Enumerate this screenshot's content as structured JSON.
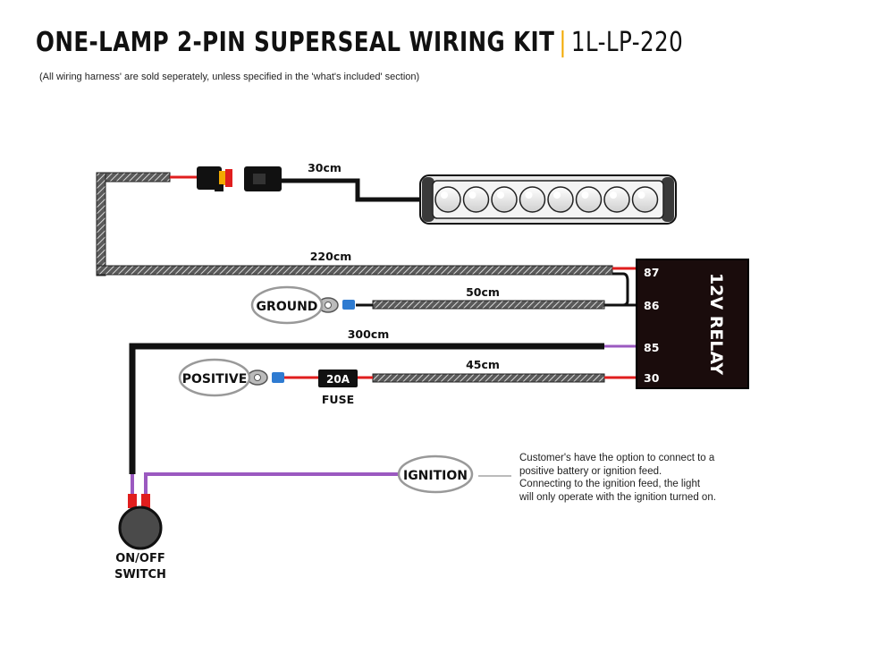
{
  "header": {
    "title": "ONE-LAMP 2-PIN SUPERSEAL WIRING KIT",
    "separator": "|",
    "code": "1L-LP-220",
    "subtitle": "(All wiring harness' are sold seperately, unless specified in the 'what's included' section)"
  },
  "relay": {
    "label": "12V RELAY",
    "pins": [
      "87",
      "86",
      "85",
      "30"
    ]
  },
  "cables": {
    "lamp_lead": "30cm",
    "main_harness": "220cm",
    "ground_lead": "50cm",
    "switch_lead": "300cm",
    "positive_lead": "45cm"
  },
  "fuse": {
    "rating": "20A",
    "label": "FUSE"
  },
  "terminals": {
    "ground": "GROUND",
    "positive": "POSITIVE",
    "ignition": "IGNITION"
  },
  "switch": {
    "line1": "ON/OFF",
    "line2": "SWITCH"
  },
  "note": "Customer's have the option to connect to a positive battery or ignition feed. Connecting to the ignition feed, the light will only operate with the ignition turned on.",
  "colors": {
    "accent": "#f2a900",
    "positive_wire": "#e01e1e",
    "ignition_wire": "#9b59c0",
    "connector_blue": "#2e7bd1",
    "relay_body": "#1a0c0c"
  }
}
